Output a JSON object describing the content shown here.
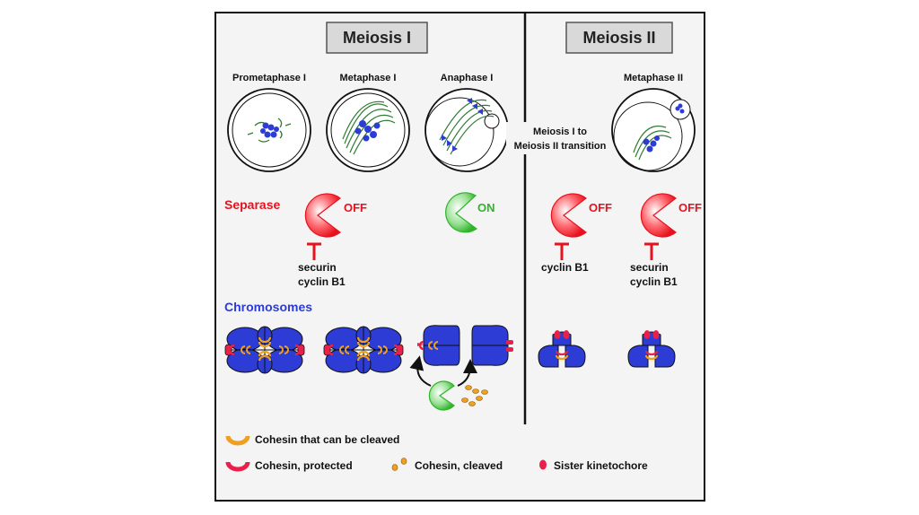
{
  "headers": {
    "meiosis1": "Meiosis I",
    "meiosis2": "Meiosis II"
  },
  "stages": {
    "prometaphase1": "Prometaphase I",
    "metaphase1": "Metaphase I",
    "anaphase1": "Anaphase I",
    "metaphase2": "Metaphase II"
  },
  "transition": {
    "line1": "Meiosis I to",
    "line2": "Meiosis II transition"
  },
  "rows": {
    "separase": "Separase",
    "chromosomes": "Chromosomes"
  },
  "states": {
    "off": "OFF",
    "on": "ON"
  },
  "inhibitors": {
    "securin": "securin",
    "cyclin_b1": "cyclin B1"
  },
  "legend": {
    "cohesin_cleavable": "Cohesin that can be cleaved",
    "cohesin_protected": "Cohesin, protected",
    "cohesin_cleaved": "Cohesin, cleaved",
    "sister_kinetochore": "Sister kinetochore"
  },
  "colors": {
    "separase_off": "#e8121e",
    "separase_on": "#2fb52a",
    "chromosome": "#2c3cd4",
    "kinetochore": "#e8204a",
    "cohesin": "#f0a020",
    "spindle": "#2e7d32",
    "header_bg": "#d9d9d9",
    "panel_bg": "#f4f4f4"
  }
}
